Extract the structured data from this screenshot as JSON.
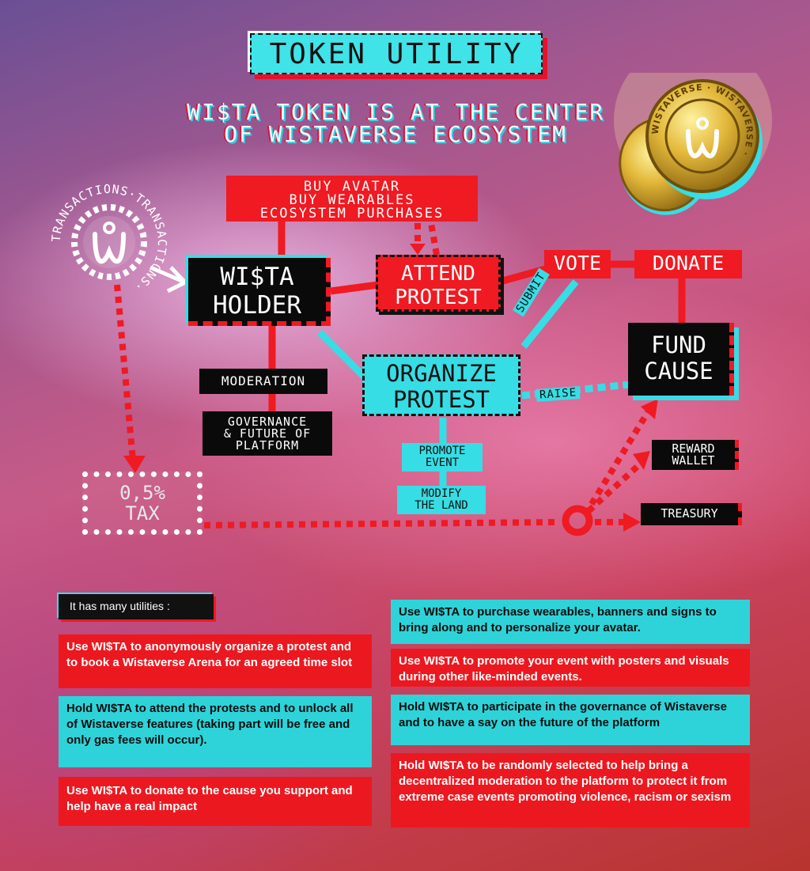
{
  "title": "TOKEN UTILITY",
  "subtitle": [
    "WI$TA TOKEN IS AT THE CENTER",
    "OF WISTAVERSE ECOSYSTEM"
  ],
  "logo": {
    "ring_text": "TRANSACTIONS·TRANSACTIONS·",
    "icon": "wistaverse-w-icon"
  },
  "coins": {
    "icon": "wistaverse-coin-icon",
    "ring_text": "WISTAVERSE · WISTAVERSE ·"
  },
  "nodes": {
    "purchases": [
      "BUY AVATAR",
      "BUY WEARABLES",
      "ECOSYSTEM PURCHASES"
    ],
    "holder": [
      "WI$TA",
      "HOLDER"
    ],
    "attend": [
      "ATTEND",
      "PROTEST"
    ],
    "vote": "VOTE",
    "donate": "DONATE",
    "fund": [
      "FUND",
      "CAUSE"
    ],
    "organize": [
      "ORGANIZE",
      "PROTEST"
    ],
    "moderation": "MODERATION",
    "governance": [
      "GOVERNANCE",
      "& FUTURE OF",
      "PLATFORM"
    ],
    "promote": [
      "PROMOTE",
      "EVENT"
    ],
    "modify": [
      "MODIFY",
      "THE LAND"
    ],
    "reward": [
      "REWARD",
      "WALLET"
    ],
    "treasury": "TREASURY",
    "tax": [
      "0,5%",
      "TAX"
    ]
  },
  "edge_labels": {
    "submit": "SUBMIT",
    "raise": "RAISE"
  },
  "colors": {
    "red": "#ef1a22",
    "cyan": "#37dde4",
    "black": "#0a0a0a",
    "white": "#ffffff"
  },
  "info": {
    "intro": "It has many utilities :",
    "cards": [
      {
        "text": "Use WI$TA to anonymously organize a protest and to book a Wistaverse Arena for an agreed time slot",
        "color": "red"
      },
      {
        "text": "Hold WI$TA to attend the protests and to unlock all of Wistaverse features (taking part will be free and only gas fees will occur).",
        "color": "cyan"
      },
      {
        "text": "Use WI$TA to donate to the cause you support and help have a real impact",
        "color": "red"
      },
      {
        "text": "Use WI$TA to purchase wearables, banners and signs to bring along and to personalize your avatar.",
        "color": "cyan"
      },
      {
        "text": "Use WI$TA to promote your event with posters and visuals during other like-minded events.",
        "color": "red"
      },
      {
        "text": "Hold WI$TA to participate in the governance of Wistaverse and to have a say on the future of the platform",
        "color": "cyan"
      },
      {
        "text": "Hold WI$TA to be randomly selected to help bring a decentralized moderation to the platform to protect it from extreme case events promoting violence, racism or sexism",
        "color": "red"
      }
    ]
  }
}
